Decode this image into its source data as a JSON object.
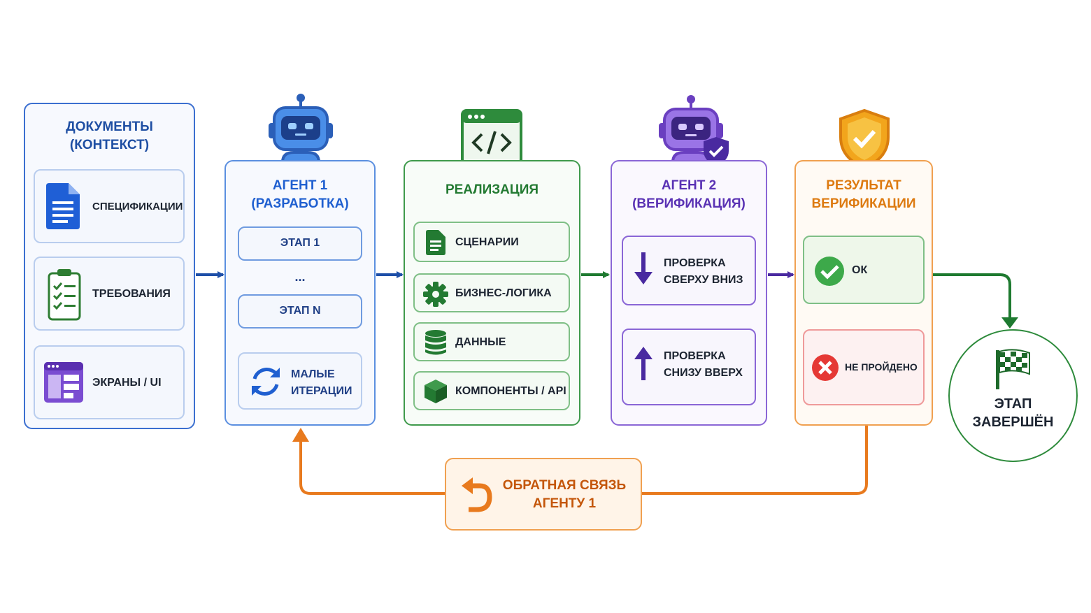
{
  "docs": {
    "title": "Документы\n(контекст)",
    "items": [
      {
        "label": "Спецификации",
        "icon": "document-icon"
      },
      {
        "label": "Требования",
        "icon": "clipboard-checklist-icon"
      },
      {
        "label": "Экраны / UI",
        "icon": "ui-window-icon"
      }
    ]
  },
  "agent1": {
    "title": "Агент 1\n(разработка)",
    "stage_first": "Этап 1",
    "ellipsis": "...",
    "stage_last": "Этап N",
    "iterations": "Малые\nитерации",
    "icon": "robot-icon"
  },
  "implementation": {
    "title": "Реализация",
    "icon": "code-window-icon",
    "items": [
      {
        "label": "Сценарии",
        "icon": "file-icon"
      },
      {
        "label": "Бизнес-логика",
        "icon": "gear-icon"
      },
      {
        "label": "Данные",
        "icon": "database-icon"
      },
      {
        "label": "Компоненты / API",
        "icon": "cube-icon"
      }
    ]
  },
  "agent2": {
    "title": "Агент 2\n(верификация)",
    "icon": "robot-shield-icon",
    "top_down": "Проверка\nсверху вниз",
    "bottom_up": "Проверка\nснизу вверх"
  },
  "result": {
    "title": "Результат\nверификации",
    "icon": "shield-check-icon",
    "ok": "ОК",
    "fail": "Не пройдено"
  },
  "done": {
    "label": "Этап\nзавершён",
    "icon": "checkered-flag-icon"
  },
  "feedback": {
    "label": "Обратная связь\nагенту 1",
    "icon": "undo-arrow-icon"
  },
  "colors": {
    "blue": "#2b6fd6",
    "green": "#2e8b3c",
    "purple": "#7a4cd1",
    "orange": "#e87a1e",
    "red": "#e53935"
  }
}
